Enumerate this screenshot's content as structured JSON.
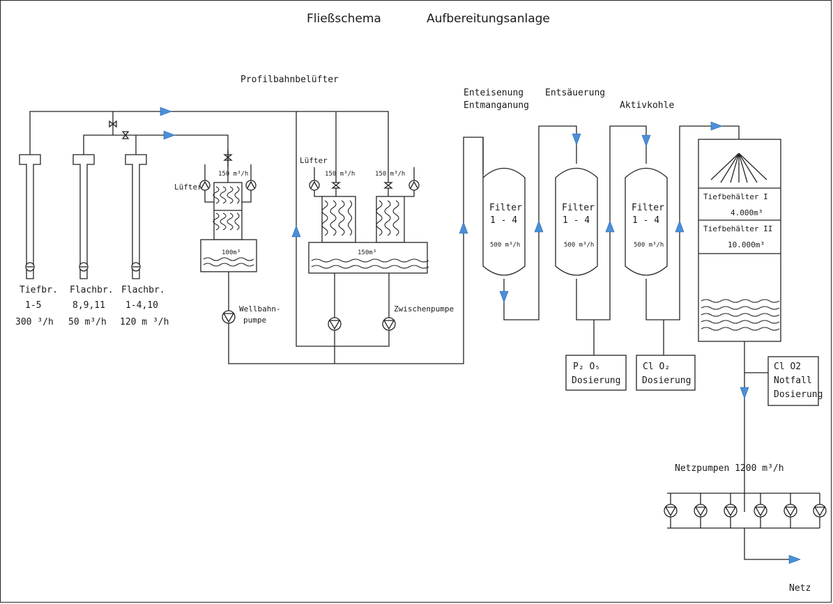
{
  "header": {
    "title_left": "Fließschema",
    "title_right": "Aufbereitungsanlage"
  },
  "sections": {
    "profilbahn": "Profilbahnbelüfter",
    "enteisenung_1": "Enteisenung",
    "enteisenung_2": "Entmanganung",
    "entsaeuerung": "Entsäuerung",
    "aktivkohle": "Aktivkohle"
  },
  "wells": [
    {
      "name": "Tiefbr.",
      "range": "1-5",
      "flow": "300  ³/h"
    },
    {
      "name": "Flachbr.",
      "range": "8,9,11",
      "flow": "50 m³/h"
    },
    {
      "name": "Flachbr.",
      "range": "1-4,10",
      "flow": "120 m ³/h"
    }
  ],
  "aerators": {
    "luefter_1": "Lüfter",
    "luefter_2": "Lüfter",
    "flow_1": "150 m³/h",
    "flow_2": "150 m³/h",
    "flow_3": "150 m³/h",
    "basin_1": "100m³",
    "basin_2": "150m³"
  },
  "pumps": {
    "wellbahn_1": "Wellbahn-",
    "wellbahn_2": "pumpe",
    "zwischen": "Zwischenpumpe"
  },
  "filters": [
    {
      "label": "Filter",
      "range": "1 - 4",
      "capacity": "500 m³/h"
    },
    {
      "label": "Filter",
      "range": "1 - 4",
      "capacity": "500 m³/h"
    },
    {
      "label": "Filter",
      "range": "1 - 4",
      "capacity": "500 m³/h"
    }
  ],
  "dosing": {
    "p2o5_1": "P₂ O₅",
    "p2o5_2": "Dosierung",
    "clo2_1": "Cl O₂",
    "clo2_2": "Dosierung",
    "notfall_1": "Cl O2",
    "notfall_2": "Notfall",
    "notfall_3": "Dosierung"
  },
  "tank": {
    "t1_name": "Tiefbehälter I",
    "t1_vol": "4.000m³",
    "t2_name": "Tiefbehälter II",
    "t2_vol": "10.000m³"
  },
  "network": {
    "pumps_label": "Netzpumpen 1200 m³/h",
    "netz": "Netz"
  },
  "colors": {
    "flow_arrow": "#4a8fd9",
    "pipe": "#222222"
  }
}
